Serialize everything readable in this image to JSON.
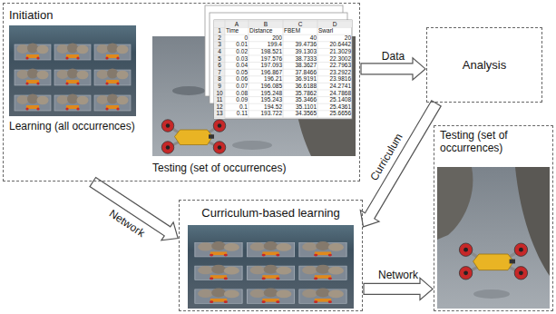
{
  "diagram": {
    "nodes": [
      {
        "text": [
          "Initiation"
        ]
      },
      {
        "text": [
          "Analysis"
        ]
      },
      {
        "text": [
          "Curriculum-based learning"
        ]
      },
      {
        "text": [
          "Testing (set of occurrences)"
        ]
      }
    ],
    "edges": [
      {
        "from": 0,
        "to": 1,
        "label": "Data",
        "arrow": "to"
      },
      {
        "from": 0,
        "to": 2,
        "label": "Network",
        "arrow": "to"
      },
      {
        "from": 1,
        "to": 2,
        "label": "Curriculum",
        "arrow": "to"
      },
      {
        "from": 2,
        "to": 3,
        "label": "Network",
        "arrow": "to"
      }
    ],
    "labels": [
      "Learning (all occurrences)",
      "Testing (set of occurrences)",
      "A",
      "B",
      "C",
      "D",
      "1",
      "Time",
      "Distance",
      "FBEM",
      "Swarl",
      "2",
      "0",
      "200",
      "40",
      "20",
      "3",
      "0.01",
      "199.4",
      "39.4736",
      "20.6442",
      "4",
      "0.02",
      "198.521",
      "39.1303",
      "21.3029",
      "5",
      "0.03",
      "197.576",
      "38.7333",
      "22.3002",
      "6",
      "0.04",
      "197.093",
      "38.3627",
      "22.7963",
      "7",
      "0.05",
      "196.867",
      "37.8466",
      "23.2922",
      "8",
      "0.06",
      "196.21",
      "36.9191",
      "23.9816",
      "9",
      "0.07",
      "196.085",
      "36.6188",
      "24.2741",
      "10",
      "0.08",
      "195.248",
      "35.7862",
      "24.7868",
      "11",
      "0.09",
      "195.243",
      "35.3466",
      "25.1408",
      "12",
      "0.1",
      "194.52",
      "35.1101",
      "25.4361",
      "13",
      "0.11",
      "193.722",
      "34.3565",
      "25.6656"
    ]
  }
}
